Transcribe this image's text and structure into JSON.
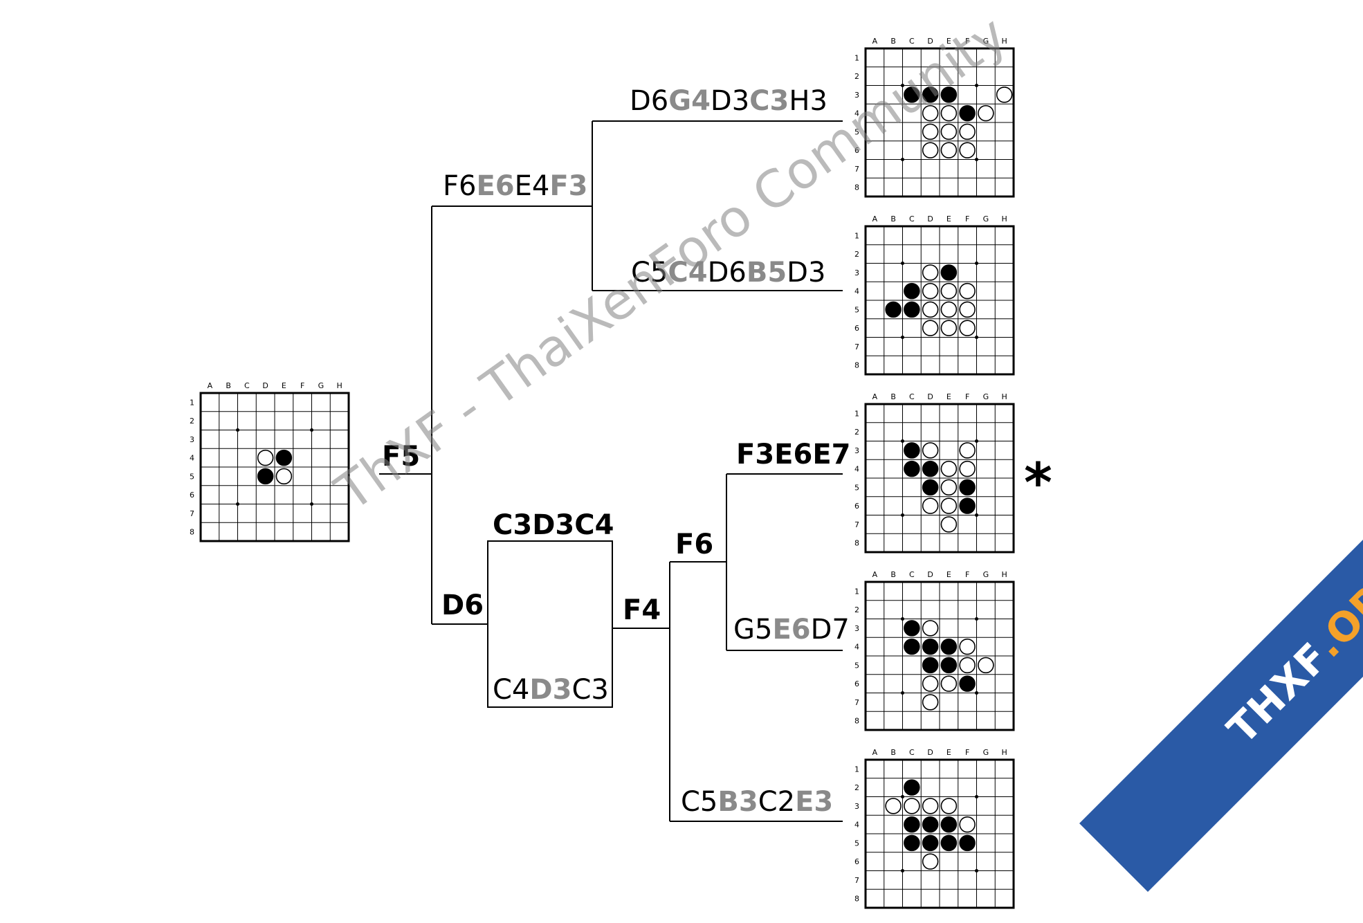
{
  "colors": {
    "line": "#000000",
    "gray_moves": "#8a8a8a",
    "black_stone": "#000000",
    "white_stone": "#ffffff",
    "ribbon": "#2a5aa6",
    "ribbon_accent": "#f4a12a"
  },
  "watermark": "ThXF - ThaiXenForo Community",
  "marker": "*",
  "ribbon": {
    "part1": "THXF",
    "part2": ".ORG"
  },
  "nodes": {
    "f5": [
      {
        "t": "F5",
        "g": false
      }
    ],
    "d6": [
      {
        "t": "D6",
        "g": false
      }
    ],
    "f6e6e4f3": [
      {
        "t": "F6",
        "g": false
      },
      {
        "t": "E6",
        "g": true
      },
      {
        "t": "E4",
        "g": false
      },
      {
        "t": "F3",
        "g": true
      }
    ],
    "d6g4d3c3h3": [
      {
        "t": "D6",
        "g": false
      },
      {
        "t": "G4",
        "g": true
      },
      {
        "t": "D3",
        "g": false
      },
      {
        "t": "C3",
        "g": true
      },
      {
        "t": "H3",
        "g": false
      }
    ],
    "c5c4d6b5d3": [
      {
        "t": "C5",
        "g": false
      },
      {
        "t": "C4",
        "g": true
      },
      {
        "t": "D6",
        "g": false
      },
      {
        "t": "B5",
        "g": true
      },
      {
        "t": "D3",
        "g": false
      }
    ],
    "c3d3c4": [
      {
        "t": "C3D3C4",
        "g": false
      }
    ],
    "c4d3c3": [
      {
        "t": "C4",
        "g": false
      },
      {
        "t": "D3",
        "g": true
      },
      {
        "t": "C3",
        "g": false
      }
    ],
    "f4": [
      {
        "t": "F4",
        "g": false
      }
    ],
    "f6": [
      {
        "t": "F6",
        "g": false
      }
    ],
    "f3e6e7": [
      {
        "t": "F3E6E7",
        "g": false
      }
    ],
    "g5e6d7": [
      {
        "t": "G5",
        "g": false
      },
      {
        "t": "E6",
        "g": true
      },
      {
        "t": "D7",
        "g": false
      }
    ],
    "c5b3c2e3": [
      {
        "t": "C5",
        "g": false
      },
      {
        "t": "B3",
        "g": true
      },
      {
        "t": "C2",
        "g": false
      },
      {
        "t": "E3",
        "g": true
      }
    ]
  },
  "board_labels": {
    "cols": [
      "A",
      "B",
      "C",
      "D",
      "E",
      "F",
      "G",
      "H"
    ],
    "rows": [
      "1",
      "2",
      "3",
      "4",
      "5",
      "6",
      "7",
      "8"
    ]
  },
  "boards": [
    {
      "id": "start",
      "black": [
        "E4",
        "D5"
      ],
      "white": [
        "D4",
        "E5"
      ]
    },
    {
      "id": "r1",
      "black": [
        "C3",
        "D3",
        "E3",
        "F4"
      ],
      "white": [
        "H3",
        "D4",
        "E4",
        "G4",
        "D5",
        "E5",
        "F5",
        "D6",
        "E6",
        "F6"
      ]
    },
    {
      "id": "r2",
      "black": [
        "E3",
        "C4",
        "B5",
        "C5"
      ],
      "white": [
        "D3",
        "D4",
        "E4",
        "F4",
        "D5",
        "E5",
        "F5",
        "D6",
        "E6",
        "F6"
      ]
    },
    {
      "id": "r3",
      "black": [
        "C3",
        "C4",
        "D4",
        "D5",
        "F5",
        "F6"
      ],
      "white": [
        "D3",
        "F3",
        "E4",
        "F4",
        "E5",
        "D6",
        "E6",
        "E7"
      ]
    },
    {
      "id": "r4",
      "black": [
        "C3",
        "C4",
        "D4",
        "E4",
        "D5",
        "E5",
        "F6"
      ],
      "white": [
        "D3",
        "F4",
        "F5",
        "G5",
        "D6",
        "E6",
        "D7"
      ]
    },
    {
      "id": "r5",
      "black": [
        "C2",
        "C4",
        "D4",
        "E4",
        "C5",
        "D5",
        "E5",
        "F5"
      ],
      "white": [
        "B3",
        "C3",
        "D3",
        "E3",
        "F4",
        "D6"
      ]
    }
  ]
}
